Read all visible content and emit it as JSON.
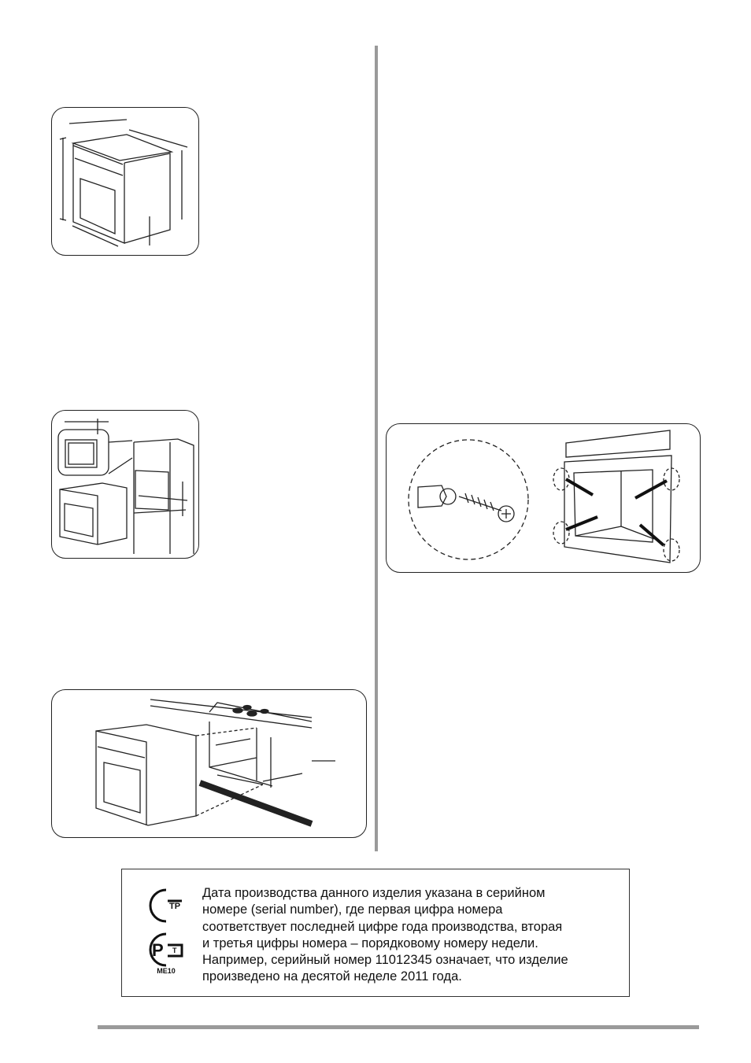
{
  "notice": {
    "lines": [
      "Дата производства данного изделия указана в серийном",
      "номере (serial number), где первая цифра номера",
      "соответствует последней цифре года производства, вторая",
      "и третья цифры номера – порядковому номеру недели.",
      "Например, серийный номер 11012345 означает, что изделие",
      "произведено на десятой неделе 2011 года."
    ],
    "certification_code": "ME10"
  }
}
